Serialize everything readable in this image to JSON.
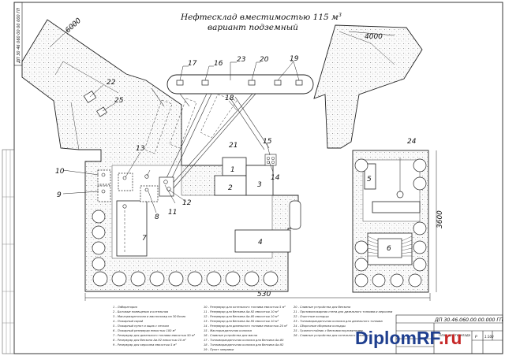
{
  "title": {
    "line1": "Нефтесклад вместимостью 115 м",
    "sup": "3",
    "line2": "вариант подземный"
  },
  "stamp_vertical": "ДП 30 46 060 00 00 000 ГП",
  "stamp_code": "ДП 30.46.060.00.00.000 ГП",
  "stamp_title": "План нефтесклада",
  "stamp_sheet": "Р",
  "stamp_scale": "1:100",
  "dimensions": {
    "left_width": "6000",
    "right_width": "4000",
    "overall_length": "530",
    "right_height": "3600"
  },
  "callouts": [
    "1",
    "2",
    "3",
    "4",
    "5",
    "6",
    "7",
    "8",
    "9",
    "10",
    "11",
    "12",
    "13",
    "14",
    "15",
    "16",
    "17",
    "18",
    "19",
    "20",
    "21",
    "22",
    "23",
    "24",
    "25"
  ],
  "legend": [
    "1 - Лаборатория",
    "2 - Бытовые помещения и котельная",
    "3 - Маслораздаточная и маслосклад на 30 бочек",
    "4 - Пожарный сарай",
    "5 - Пожарный пункт и ящик с песком",
    "6 - Пожарный резервуар емкостью 100 м³",
    "7 - Резервуар для дизельного топлива емкостью 50 м³",
    "8 - Резервуар для бензина Аи-92 емкостью 10 м³",
    "9 - Резервуар для керосина емкостью 5 м³",
    "10 - Резервуар для котельного топлива емкостью 5 м³",
    "11 - Резервуар для бензина Аи-92 емкостью 10 м³",
    "12 - Резервуар для бензина Аи-80 емкостью 10 м³",
    "13 - Резервуар для бензина Аи-95 емкостью 10 м³",
    "14 - Резервуар для дизельного топлива емкостью 25 м³",
    "15 - Маслораздаточная колонка",
    "16 - Сливные устройства для масла",
    "17 - Топливораздаточная колонка для бензина Аи-80",
    "18 - Топливораздаточная колонка для бензина Аи-92",
    "19 - Пункт заправки",
    "20 - Сливные устройства для бензина",
    "21 - Противопожарная стена для дизельного топлива и керосина",
    "22 - Очистные колодцы",
    "23 - Топливораздаточная колонка для дизельного топлива",
    "24 - Сборочные сборники колодцы",
    "25 - Грязеотстойник с бензомаслоуловителем"
  ],
  "extra_legend": "26 - Сливные устройства для котельного топлива",
  "watermark": {
    "main": "DiplomRF",
    "suffix": ".ru"
  }
}
